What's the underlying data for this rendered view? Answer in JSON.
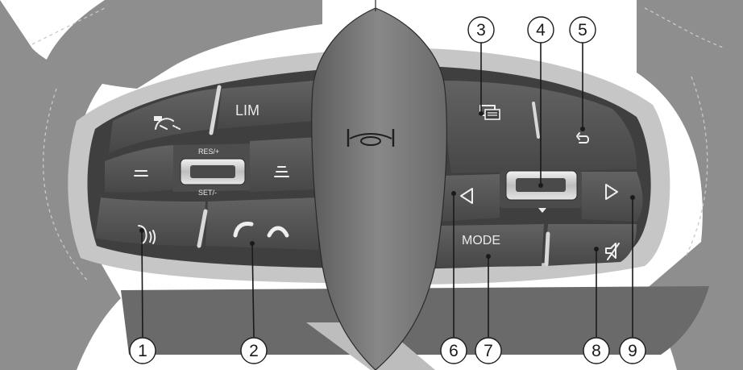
{
  "colors": {
    "background": "#ffffff",
    "leather": "#8e8e8e",
    "panel": "#3f3f3f",
    "button": "#555555",
    "button_text": "#e9e9e9",
    "chrome": "#c8c8c8",
    "callout": "#1a1a1a"
  },
  "buttons": {
    "lim": "LIM",
    "res_plus": "RES/+",
    "set_minus": "SET/-",
    "mode": "MODE"
  },
  "icons": [
    "speed-limiter-icon",
    "distance-minus-icon",
    "distance-plus-icon",
    "voice-command-icon",
    "phone-answer-icon",
    "phone-hangup-icon",
    "horn-icon",
    "display-screen-icon",
    "back-arrow-icon",
    "left-arrow-icon",
    "right-arrow-icon",
    "mute-icon",
    "down-arrow-icon"
  ],
  "callouts": [
    "1",
    "2",
    "3",
    "4",
    "5",
    "6",
    "7",
    "8",
    "9"
  ]
}
